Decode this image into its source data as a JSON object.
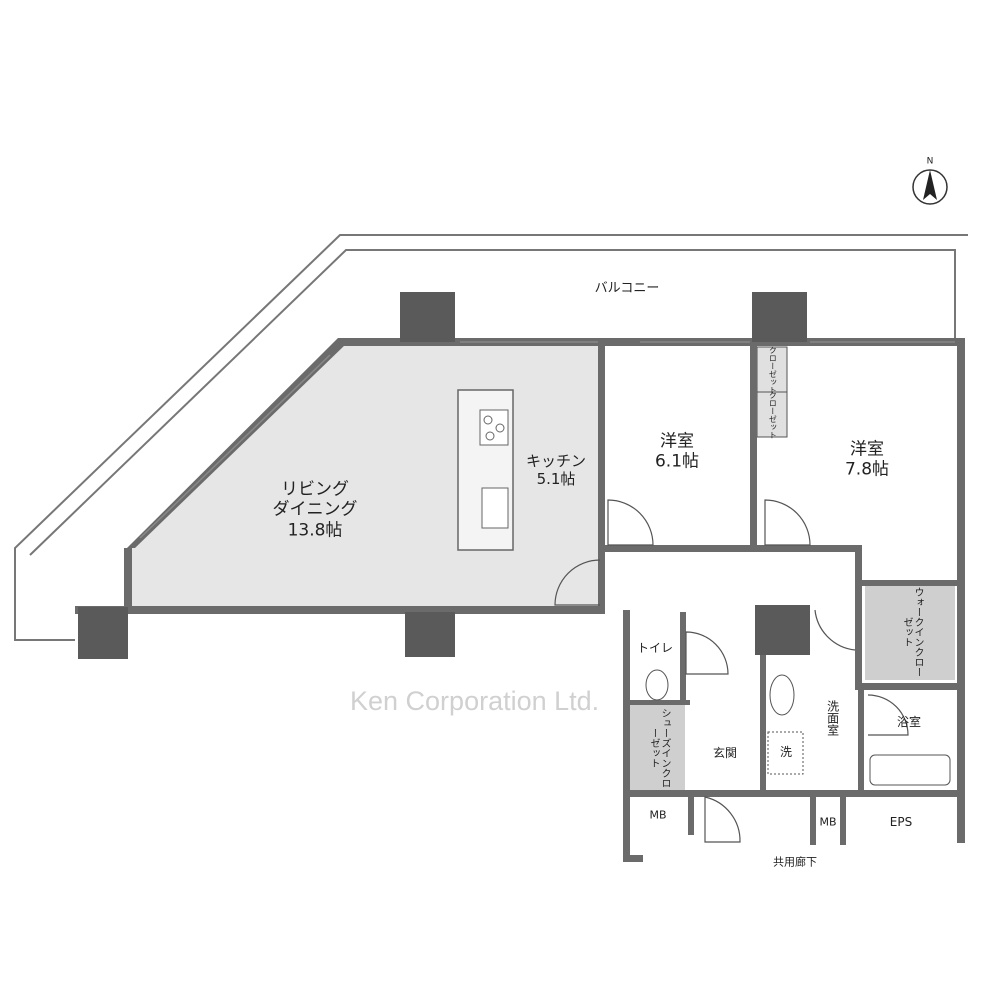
{
  "north_label": "N",
  "balcony": "バルコニー",
  "rooms": {
    "living_line1": "リビング",
    "living_line2": "ダイニング",
    "living_size": "13.8帖",
    "kitchen": "キッチン",
    "kitchen_size": "5.1帖",
    "western1": "洋室",
    "western1_size": "6.1帖",
    "western2": "洋室",
    "western2_size": "7.8帖",
    "closet1": "クローゼット",
    "closet2": "クローゼット",
    "walkin": "ウォークインクローゼット",
    "toilet": "トイレ",
    "shoe_closet": "シューズインクローゼット",
    "entrance": "玄関",
    "washroom": "洗面室",
    "washer": "洗",
    "bathroom": "浴室",
    "mb1": "MB",
    "mb2": "MB",
    "eps": "EPS",
    "corridor": "共用廊下"
  },
  "watermark": "Ken Corporation Ltd."
}
